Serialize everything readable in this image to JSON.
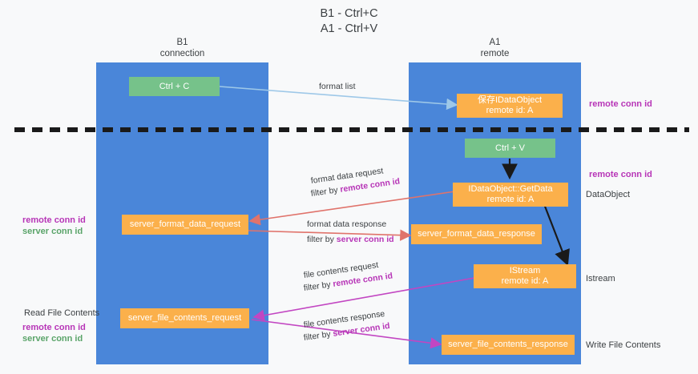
{
  "title": "B1 - Ctrl+C\nA1 - Ctrl+V",
  "columns": [
    {
      "name": "b1",
      "caption": "B1\nconnection"
    },
    {
      "name": "a1",
      "caption": "A1\nremote"
    }
  ],
  "nodes": {
    "ctrl_c": {
      "label": "Ctrl + C",
      "color": "#76c28a"
    },
    "ctrl_v": {
      "label": "Ctrl + V",
      "color": "#76c28a"
    },
    "save_dataobject": {
      "label": "保存IDataObject\nremote id: A",
      "color": "#fbb04b"
    },
    "getdata": {
      "label": "IDataObject::GetData\nremote id: A",
      "color": "#fbb04b"
    },
    "server_format_data_request": {
      "label": "server_format_data_request",
      "color": "#fbb04b"
    },
    "server_format_data_response": {
      "label": "server_format_data_response",
      "color": "#fbb04b"
    },
    "istream": {
      "label": "IStream\nremote id: A",
      "color": "#fbb04b"
    },
    "server_file_contents_request": {
      "label": "server_file_contents_request",
      "color": "#fbb04b"
    },
    "server_file_contents_response": {
      "label": "server_file_contents_response",
      "color": "#fbb04b"
    }
  },
  "edge_labels": {
    "format_list": "format list",
    "format_data_request_line1": "format data request",
    "format_data_request_line2_prefix": "filter by ",
    "format_data_request_line2_key": "remote conn id",
    "format_data_response_line1": "format data response",
    "format_data_response_line2_prefix": "filter by ",
    "format_data_response_line2_key": "server conn id",
    "file_contents_request_line1": "file contents request",
    "file_contents_request_line2_prefix": "filter by ",
    "file_contents_request_line2_key": "remote conn id",
    "file_contents_response_line1": "file contents response",
    "file_contents_response_line2_prefix": "filter by ",
    "file_contents_response_line2_key": "server conn id"
  },
  "right_notes": {
    "remote_conn_id_top": "remote conn id",
    "remote_conn_id_mid": "remote conn id",
    "dataobject": "DataObject",
    "istream": "Istream",
    "write_file_contents": "Write File Contents"
  },
  "left_notes": {
    "remote_conn_id_1": "remote conn id",
    "server_conn_id_1": "server conn id",
    "read_file_contents": "Read File Contents",
    "remote_conn_id_2": "remote conn id",
    "server_conn_id_2": "server conn id"
  },
  "colors": {
    "lane": "#4a86d9",
    "node_green": "#76c28a",
    "node_orange": "#fbb04b",
    "accent_magenta": "#b735b7",
    "accent_green": "#5aa469",
    "arrow_blue": "#9ec8e8",
    "arrow_red": "#e0736b",
    "arrow_magenta": "#c246c2",
    "arrow_black": "#1a1a1a",
    "divider": "#1a1a1a",
    "background": "#f8f9fa"
  }
}
